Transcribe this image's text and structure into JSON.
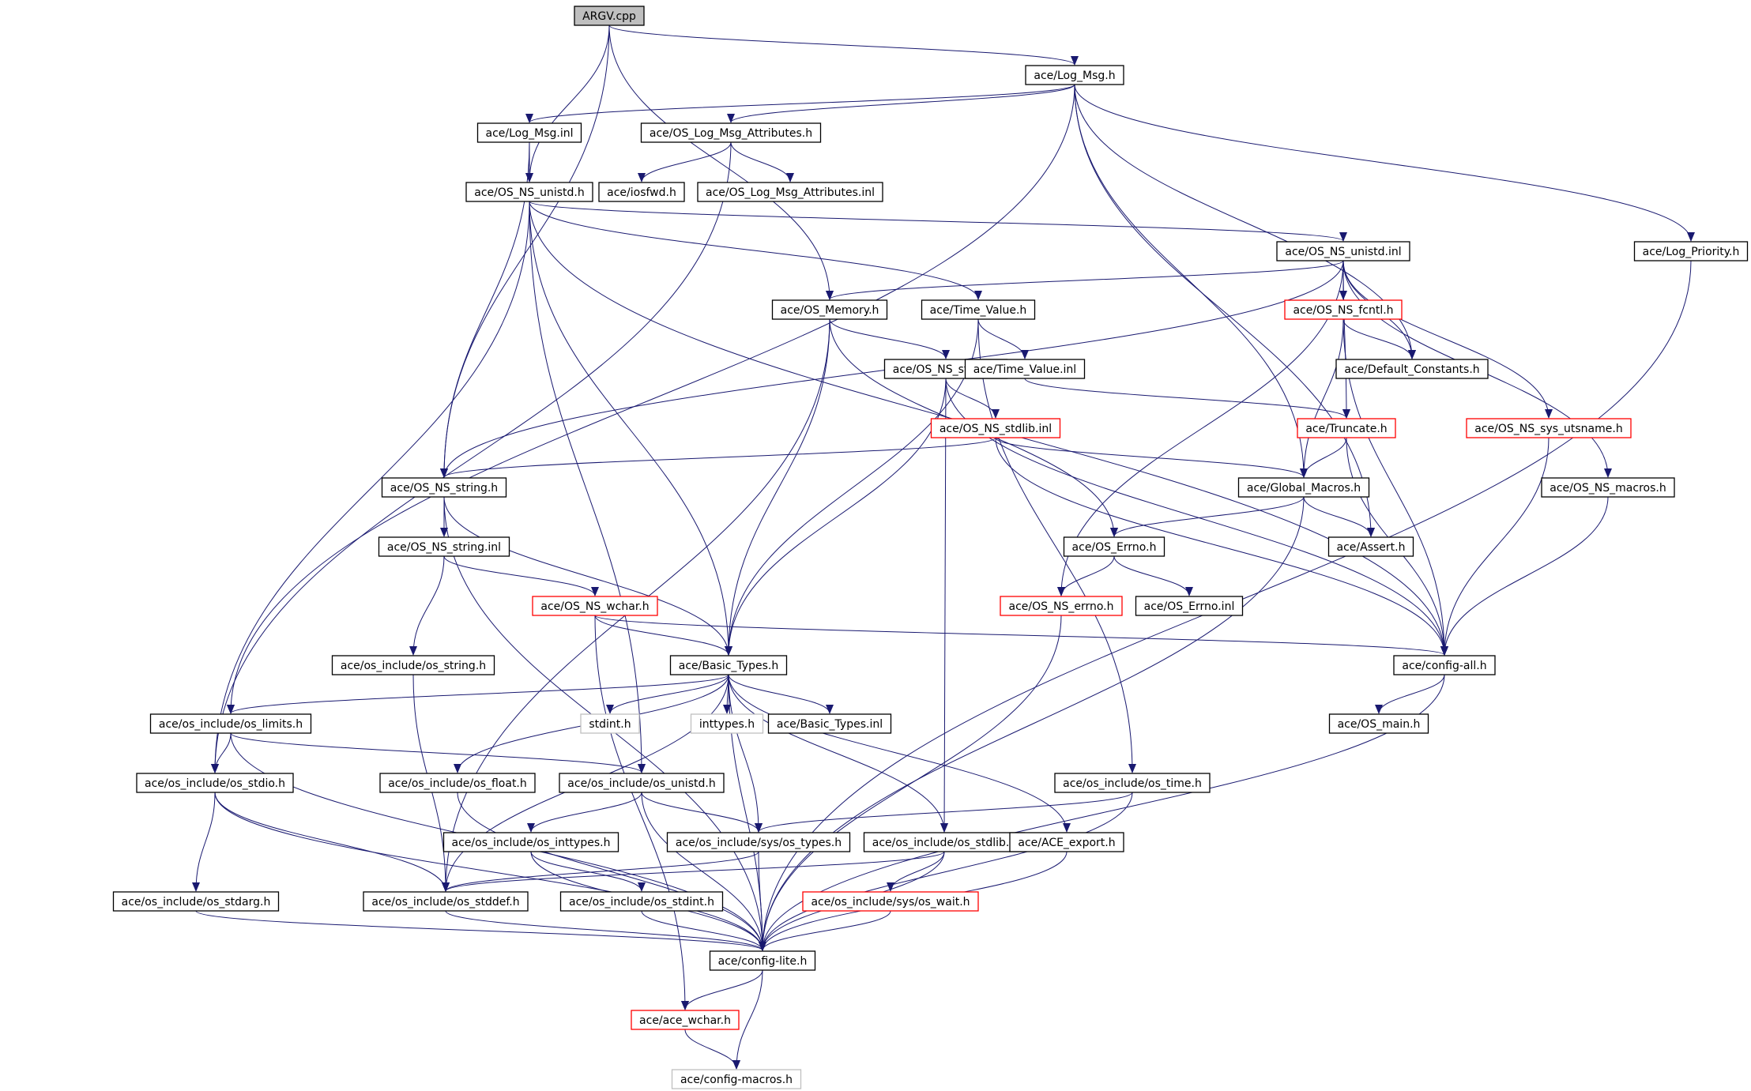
{
  "colors": {
    "edge": "#191970",
    "node_border_default": "#000000",
    "node_border_incomplete": "#ff0000",
    "node_border_system": "#bfbfbf",
    "root_fill": "#bfbfbf",
    "text": "#000000"
  },
  "nodes": {
    "argv_cpp": {
      "label": "ARGV.cpp",
      "kind": "root"
    },
    "log_msg_h": {
      "label": "ace/Log_Msg.h",
      "kind": "normal"
    },
    "log_msg_inl": {
      "label": "ace/Log_Msg.inl",
      "kind": "normal"
    },
    "os_log_msg_attributes_h": {
      "label": "ace/OS_Log_Msg_Attributes.h",
      "kind": "normal"
    },
    "os_ns_unistd_h": {
      "label": "ace/OS_NS_unistd.h",
      "kind": "normal"
    },
    "iosfwd_h": {
      "label": "ace/iosfwd.h",
      "kind": "normal"
    },
    "os_log_msg_attributes_inl": {
      "label": "ace/OS_Log_Msg_Attributes.inl",
      "kind": "normal"
    },
    "os_ns_unistd_inl": {
      "label": "ace/OS_NS_unistd.inl",
      "kind": "normal"
    },
    "log_priority_h": {
      "label": "ace/Log_Priority.h",
      "kind": "normal"
    },
    "os_memory_h": {
      "label": "ace/OS_Memory.h",
      "kind": "normal"
    },
    "time_value_h": {
      "label": "ace/Time_Value.h",
      "kind": "normal"
    },
    "os_ns_fcntl_h": {
      "label": "ace/OS_NS_fcntl.h",
      "kind": "incomplete"
    },
    "default_constants_h": {
      "label": "ace/Default_Constants.h",
      "kind": "normal"
    },
    "os_ns_stdlib_h": {
      "label": "ace/OS_NS_stdlib.h",
      "kind": "normal"
    },
    "time_value_inl": {
      "label": "ace/Time_Value.inl",
      "kind": "normal"
    },
    "os_ns_stdlib_inl": {
      "label": "ace/OS_NS_stdlib.inl",
      "kind": "incomplete"
    },
    "truncate_h": {
      "label": "ace/Truncate.h",
      "kind": "incomplete"
    },
    "os_ns_sys_utsname_h": {
      "label": "ace/OS_NS_sys_utsname.h",
      "kind": "incomplete"
    },
    "os_ns_string_h": {
      "label": "ace/OS_NS_string.h",
      "kind": "normal"
    },
    "global_macros_h": {
      "label": "ace/Global_Macros.h",
      "kind": "normal"
    },
    "os_ns_macros_h": {
      "label": "ace/OS_NS_macros.h",
      "kind": "normal"
    },
    "os_ns_string_inl": {
      "label": "ace/OS_NS_string.inl",
      "kind": "normal"
    },
    "os_errno_h": {
      "label": "ace/OS_Errno.h",
      "kind": "normal"
    },
    "assert_h": {
      "label": "ace/Assert.h",
      "kind": "normal"
    },
    "os_ns_wchar_h": {
      "label": "ace/OS_NS_wchar.h",
      "kind": "incomplete"
    },
    "os_ns_errno_h": {
      "label": "ace/OS_NS_errno.h",
      "kind": "incomplete"
    },
    "os_errno_inl": {
      "label": "ace/OS_Errno.inl",
      "kind": "normal"
    },
    "os_include_os_string_h": {
      "label": "ace/os_include/os_string.h",
      "kind": "normal"
    },
    "basic_types_h": {
      "label": "ace/Basic_Types.h",
      "kind": "normal"
    },
    "config_all_h": {
      "label": "ace/config-all.h",
      "kind": "normal"
    },
    "os_include_os_limits_h": {
      "label": "ace/os_include/os_limits.h",
      "kind": "normal"
    },
    "stdint_h": {
      "label": "stdint.h",
      "kind": "system"
    },
    "inttypes_h": {
      "label": "inttypes.h",
      "kind": "system"
    },
    "basic_types_inl": {
      "label": "ace/Basic_Types.inl",
      "kind": "normal"
    },
    "os_main_h": {
      "label": "ace/OS_main.h",
      "kind": "normal"
    },
    "os_include_os_stdio_h": {
      "label": "ace/os_include/os_stdio.h",
      "kind": "normal"
    },
    "os_include_os_float_h": {
      "label": "ace/os_include/os_float.h",
      "kind": "normal"
    },
    "os_include_os_unistd_h": {
      "label": "ace/os_include/os_unistd.h",
      "kind": "normal"
    },
    "os_include_os_time_h": {
      "label": "ace/os_include/os_time.h",
      "kind": "normal"
    },
    "os_include_os_inttypes_h": {
      "label": "ace/os_include/os_inttypes.h",
      "kind": "normal"
    },
    "os_include_sys_os_types_h": {
      "label": "ace/os_include/sys/os_types.h",
      "kind": "normal"
    },
    "os_include_os_stdlib_h": {
      "label": "ace/os_include/os_stdlib.h",
      "kind": "normal"
    },
    "ace_export_h": {
      "label": "ace/ACE_export.h",
      "kind": "normal"
    },
    "os_include_os_stdarg_h": {
      "label": "ace/os_include/os_stdarg.h",
      "kind": "normal"
    },
    "os_include_os_stddef_h": {
      "label": "ace/os_include/os_stddef.h",
      "kind": "normal"
    },
    "os_include_os_stdint_h": {
      "label": "ace/os_include/os_stdint.h",
      "kind": "normal"
    },
    "os_include_sys_os_wait_h": {
      "label": "ace/os_include/sys/os_wait.h",
      "kind": "incomplete"
    },
    "config_lite_h": {
      "label": "ace/config-lite.h",
      "kind": "normal"
    },
    "ace_wchar_h": {
      "label": "ace/ace_wchar.h",
      "kind": "incomplete"
    },
    "config_macros_h": {
      "label": "ace/config-macros.h",
      "kind": "system"
    }
  },
  "edges": [
    [
      "argv_cpp",
      "log_msg_h"
    ],
    [
      "argv_cpp",
      "os_ns_unistd_h"
    ],
    [
      "argv_cpp",
      "os_memory_h"
    ],
    [
      "argv_cpp",
      "os_ns_string_h"
    ],
    [
      "log_msg_h",
      "log_msg_inl"
    ],
    [
      "log_msg_h",
      "os_log_msg_attributes_h"
    ],
    [
      "log_msg_h",
      "log_priority_h"
    ],
    [
      "log_msg_h",
      "default_constants_h"
    ],
    [
      "log_msg_h",
      "global_macros_h"
    ],
    [
      "log_msg_h",
      "assert_h"
    ],
    [
      "log_msg_h",
      "os_include_os_limits_h"
    ],
    [
      "log_msg_inl",
      "os_ns_unistd_h"
    ],
    [
      "log_msg_inl",
      "os_ns_string_h"
    ],
    [
      "os_log_msg_attributes_h",
      "iosfwd_h"
    ],
    [
      "os_log_msg_attributes_h",
      "os_log_msg_attributes_inl"
    ],
    [
      "os_log_msg_attributes_h",
      "os_include_os_stdio_h"
    ],
    [
      "os_ns_unistd_h",
      "os_ns_unistd_inl"
    ],
    [
      "os_ns_unistd_h",
      "time_value_h"
    ],
    [
      "os_ns_unistd_h",
      "basic_types_h"
    ],
    [
      "os_ns_unistd_h",
      "config_all_h"
    ],
    [
      "os_ns_unistd_h",
      "os_include_os_unistd_h"
    ],
    [
      "os_ns_unistd_h",
      "os_include_os_stdio_h"
    ],
    [
      "os_ns_unistd_inl",
      "os_memory_h"
    ],
    [
      "os_ns_unistd_inl",
      "os_ns_fcntl_h"
    ],
    [
      "os_ns_unistd_inl",
      "default_constants_h"
    ],
    [
      "os_ns_unistd_inl",
      "truncate_h"
    ],
    [
      "os_ns_unistd_inl",
      "os_ns_sys_utsname_h"
    ],
    [
      "os_ns_unistd_inl",
      "os_ns_macros_h"
    ],
    [
      "os_ns_unistd_inl",
      "os_ns_errno_h"
    ],
    [
      "os_ns_unistd_inl",
      "os_ns_string_h"
    ],
    [
      "os_memory_h",
      "os_ns_stdlib_h"
    ],
    [
      "os_memory_h",
      "os_errno_h"
    ],
    [
      "os_memory_h",
      "basic_types_h"
    ],
    [
      "os_memory_h",
      "os_include_os_stddef_h"
    ],
    [
      "time_value_h",
      "time_value_inl"
    ],
    [
      "time_value_h",
      "basic_types_h"
    ],
    [
      "time_value_h",
      "os_include_os_time_h"
    ],
    [
      "time_value_inl",
      "truncate_h"
    ],
    [
      "os_ns_fcntl_h",
      "default_constants_h"
    ],
    [
      "os_ns_fcntl_h",
      "global_macros_h"
    ],
    [
      "os_ns_fcntl_h",
      "config_all_h"
    ],
    [
      "os_ns_stdlib_h",
      "os_ns_stdlib_inl"
    ],
    [
      "os_ns_stdlib_h",
      "basic_types_h"
    ],
    [
      "os_ns_stdlib_h",
      "config_all_h"
    ],
    [
      "os_ns_stdlib_h",
      "os_include_os_stdlib_h"
    ],
    [
      "os_ns_stdlib_inl",
      "os_ns_string_h"
    ],
    [
      "os_ns_stdlib_inl",
      "global_macros_h"
    ],
    [
      "os_ns_stdlib_inl",
      "config_all_h"
    ],
    [
      "truncate_h",
      "global_macros_h"
    ],
    [
      "truncate_h",
      "config_all_h"
    ],
    [
      "os_ns_sys_utsname_h",
      "config_all_h"
    ],
    [
      "os_ns_macros_h",
      "config_all_h"
    ],
    [
      "global_macros_h",
      "os_errno_h"
    ],
    [
      "global_macros_h",
      "assert_h"
    ],
    [
      "global_macros_h",
      "config_lite_h"
    ],
    [
      "os_errno_h",
      "os_ns_errno_h"
    ],
    [
      "os_errno_h",
      "os_errno_inl"
    ],
    [
      "os_ns_errno_h",
      "config_lite_h"
    ],
    [
      "os_ns_string_h",
      "os_ns_string_inl"
    ],
    [
      "os_ns_string_h",
      "basic_types_h"
    ],
    [
      "os_ns_string_h",
      "config_lite_h"
    ],
    [
      "os_ns_string_inl",
      "os_ns_wchar_h"
    ],
    [
      "os_ns_string_inl",
      "os_include_os_string_h"
    ],
    [
      "os_ns_wchar_h",
      "basic_types_h"
    ],
    [
      "os_ns_wchar_h",
      "config_all_h"
    ],
    [
      "os_ns_wchar_h",
      "ace_wchar_h"
    ],
    [
      "os_include_os_string_h",
      "os_include_os_stddef_h"
    ],
    [
      "basic_types_h",
      "os_include_os_limits_h"
    ],
    [
      "basic_types_h",
      "stdint_h"
    ],
    [
      "basic_types_h",
      "inttypes_h"
    ],
    [
      "basic_types_h",
      "basic_types_inl"
    ],
    [
      "basic_types_h",
      "os_include_os_float_h"
    ],
    [
      "basic_types_h",
      "os_include_sys_os_types_h"
    ],
    [
      "basic_types_h",
      "os_include_os_stdlib_h"
    ],
    [
      "basic_types_h",
      "ace_export_h"
    ],
    [
      "basic_types_h",
      "os_include_os_stddef_h"
    ],
    [
      "basic_types_h",
      "config_lite_h"
    ],
    [
      "config_all_h",
      "os_main_h"
    ],
    [
      "config_all_h",
      "config_lite_h"
    ],
    [
      "os_include_os_limits_h",
      "os_include_os_stdio_h"
    ],
    [
      "os_include_os_limits_h",
      "os_include_os_unistd_h"
    ],
    [
      "os_include_os_limits_h",
      "config_lite_h"
    ],
    [
      "os_include_os_stdio_h",
      "os_include_os_stdarg_h"
    ],
    [
      "os_include_os_stdio_h",
      "os_include_os_stddef_h"
    ],
    [
      "os_include_os_stdio_h",
      "config_lite_h"
    ],
    [
      "os_include_os_float_h",
      "config_lite_h"
    ],
    [
      "os_include_os_unistd_h",
      "os_include_os_inttypes_h"
    ],
    [
      "os_include_os_unistd_h",
      "os_include_sys_os_types_h"
    ],
    [
      "os_include_os_unistd_h",
      "config_lite_h"
    ],
    [
      "os_include_os_time_h",
      "os_include_sys_os_types_h"
    ],
    [
      "os_include_os_time_h",
      "config_lite_h"
    ],
    [
      "os_include_os_inttypes_h",
      "os_include_os_stdint_h"
    ],
    [
      "os_include_os_inttypes_h",
      "config_lite_h"
    ],
    [
      "os_include_sys_os_types_h",
      "os_include_os_stddef_h"
    ],
    [
      "os_include_sys_os_types_h",
      "config_lite_h"
    ],
    [
      "os_include_os_stdlib_h",
      "os_include_sys_os_wait_h"
    ],
    [
      "os_include_os_stdlib_h",
      "os_include_os_stddef_h"
    ],
    [
      "os_include_os_stdlib_h",
      "config_lite_h"
    ],
    [
      "ace_export_h",
      "config_lite_h"
    ],
    [
      "os_include_os_stdarg_h",
      "config_lite_h"
    ],
    [
      "os_include_os_stddef_h",
      "config_lite_h"
    ],
    [
      "os_include_os_stdint_h",
      "config_lite_h"
    ],
    [
      "os_include_sys_os_wait_h",
      "config_lite_h"
    ],
    [
      "log_priority_h",
      "config_lite_h"
    ],
    [
      "config_lite_h",
      "ace_wchar_h"
    ],
    [
      "config_lite_h",
      "config_macros_h"
    ],
    [
      "ace_wchar_h",
      "config_macros_h"
    ]
  ]
}
